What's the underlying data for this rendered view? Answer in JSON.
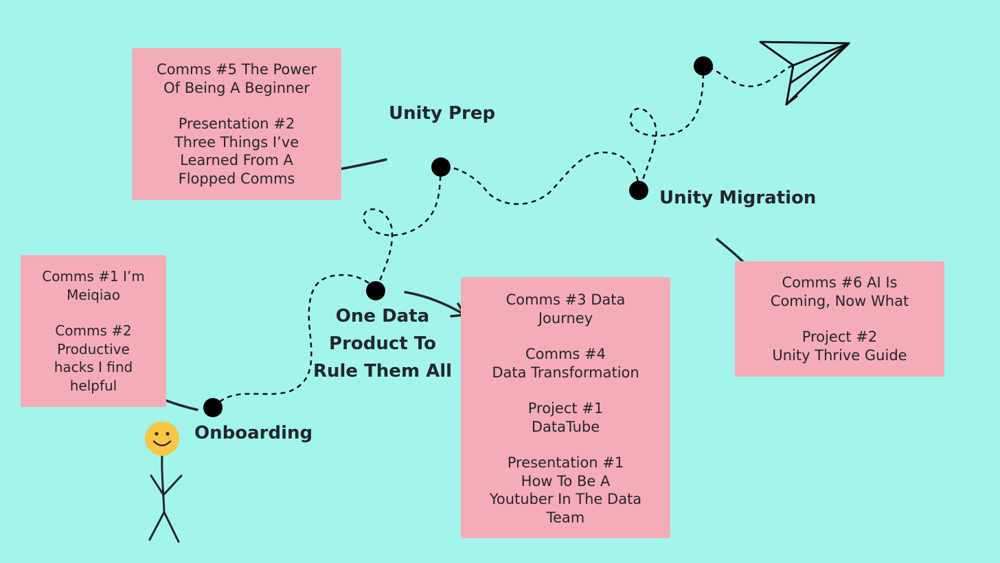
{
  "colors": {
    "background": "#a3f5ec",
    "note": "#f4acb8",
    "ink": "#23262b",
    "smiley": "#f6c744"
  },
  "icons": [
    "smiley-face-icon",
    "stick-figure-icon",
    "paper-plane-icon",
    "arrow-icon"
  ],
  "milestones": {
    "onboarding": "Onboarding",
    "one_data": "One Data\nProduct To\nRule Them All",
    "unity_prep": "Unity Prep",
    "unity_migration": "Unity Migration"
  },
  "notes": {
    "onboarding": [
      "Comms #1 I’m\nMeiqiao",
      "Comms #2\nProductive\nhacks I find\nhelpful"
    ],
    "one_data": [
      "Comms #3 Data\nJourney",
      "Comms #4\nData Transformation",
      "Project #1\nDataTube",
      "Presentation #1\nHow To Be A\nYoutuber In The Data\nTeam"
    ],
    "unity_prep": [
      "Comms #5 The Power\nOf Being A Beginner",
      "Presentation #2\nThree Things I’ve\nLearned From A\nFlopped Comms"
    ],
    "unity_migration": [
      "Comms #6 AI Is\nComing, Now What",
      "Project #2\nUnity Thrive Guide"
    ]
  }
}
